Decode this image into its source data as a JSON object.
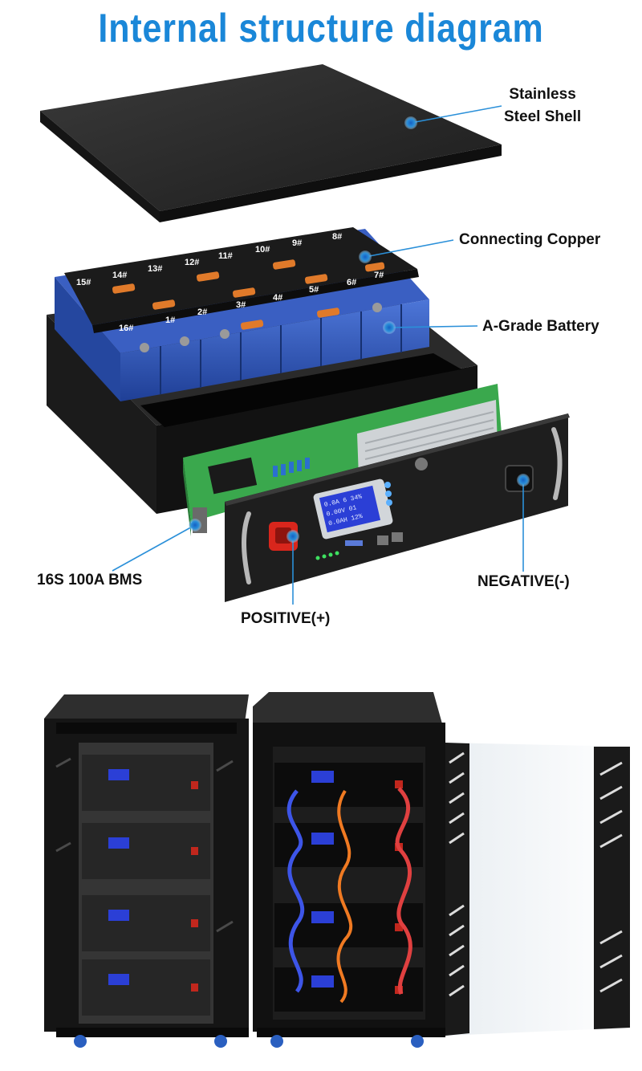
{
  "title": "Internal structure diagram",
  "labels": {
    "shell_line1": "Stainless",
    "shell_line2": "Steel Shell",
    "copper": "Connecting Copper",
    "battery": "A-Grade Battery",
    "bms": "16S  100A BMS",
    "positive": "POSITIVE(+)",
    "negative": "NEGATIVE(-)"
  },
  "cell_numbers": [
    "1#",
    "2#",
    "3#",
    "4#",
    "5#",
    "6#",
    "7#",
    "8#",
    "9#",
    "10#",
    "11#",
    "12#",
    "13#",
    "14#",
    "15#",
    "16#"
  ],
  "lcd": {
    "line1": "0.0A 6 34%",
    "line2": "0.00V  01",
    "line3": "0.0AH 12%"
  },
  "colors": {
    "accent": "#1a87d8",
    "leader": "#2b90d9",
    "cell_blue": "#2f55b8",
    "copper": "#e07a2a",
    "pcb_green": "#3aa84d",
    "shell": "#232323"
  }
}
